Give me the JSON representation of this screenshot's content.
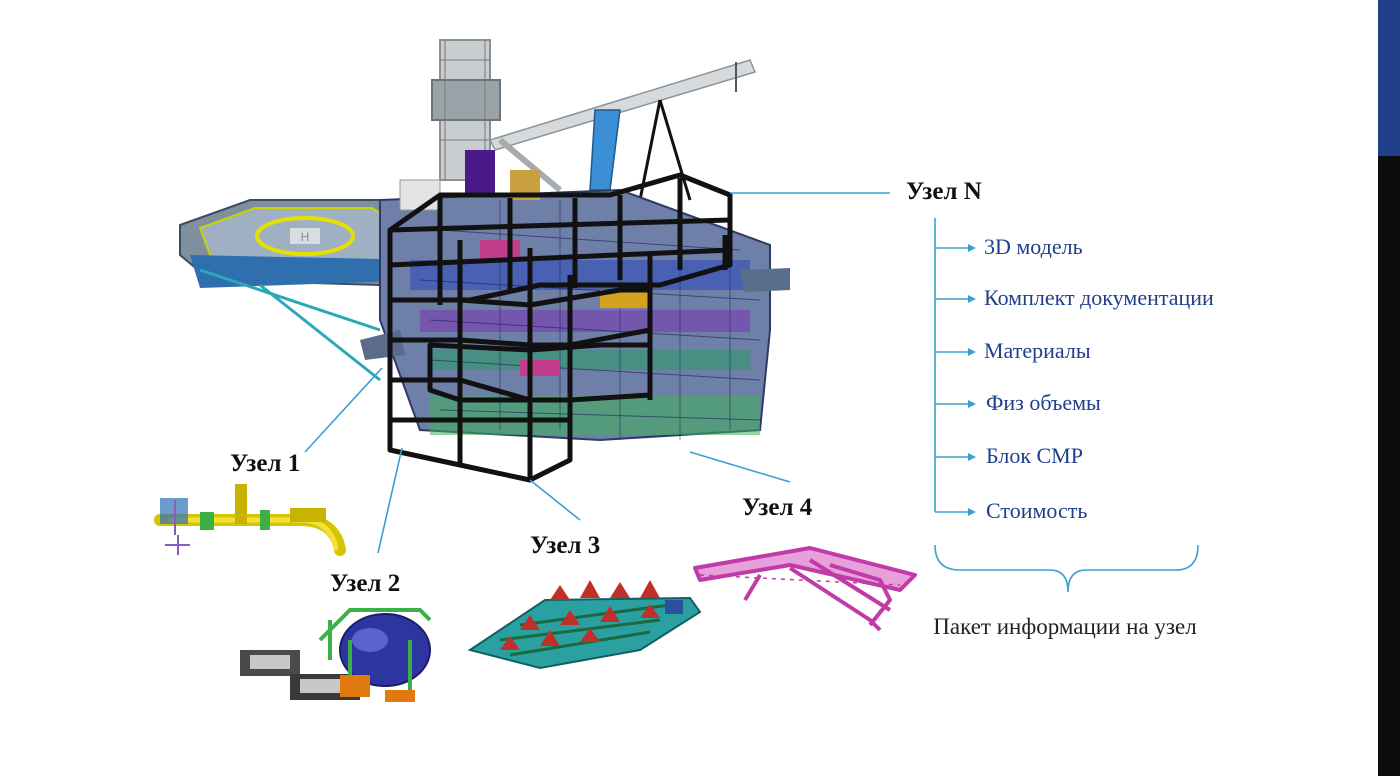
{
  "nodes": {
    "node_n": "Узел N",
    "node_1": "Узел 1",
    "node_2": "Узел 2",
    "node_3": "Узел 3",
    "node_4": "Узел 4"
  },
  "info_items": [
    "3D модель",
    "Комплект документации",
    "Материалы",
    "Физ объемы",
    "Блок СМР",
    "Стоимость"
  ],
  "caption": "Пакет информации на узел",
  "colors": {
    "accent_blue": "#1f3f8a",
    "connector": "#3aa0d0",
    "sidebar": "#0c0c0c",
    "sidebar_accent": "#1f3f8a",
    "grid": "#111111"
  },
  "icons": {
    "platform": "offshore-platform-3d-model",
    "node_1": "pipe-assembly-3d",
    "node_2": "pump-vessel-skid-3d",
    "node_3": "steel-deck-frame-3d",
    "node_4": "cable-tray-3d"
  }
}
